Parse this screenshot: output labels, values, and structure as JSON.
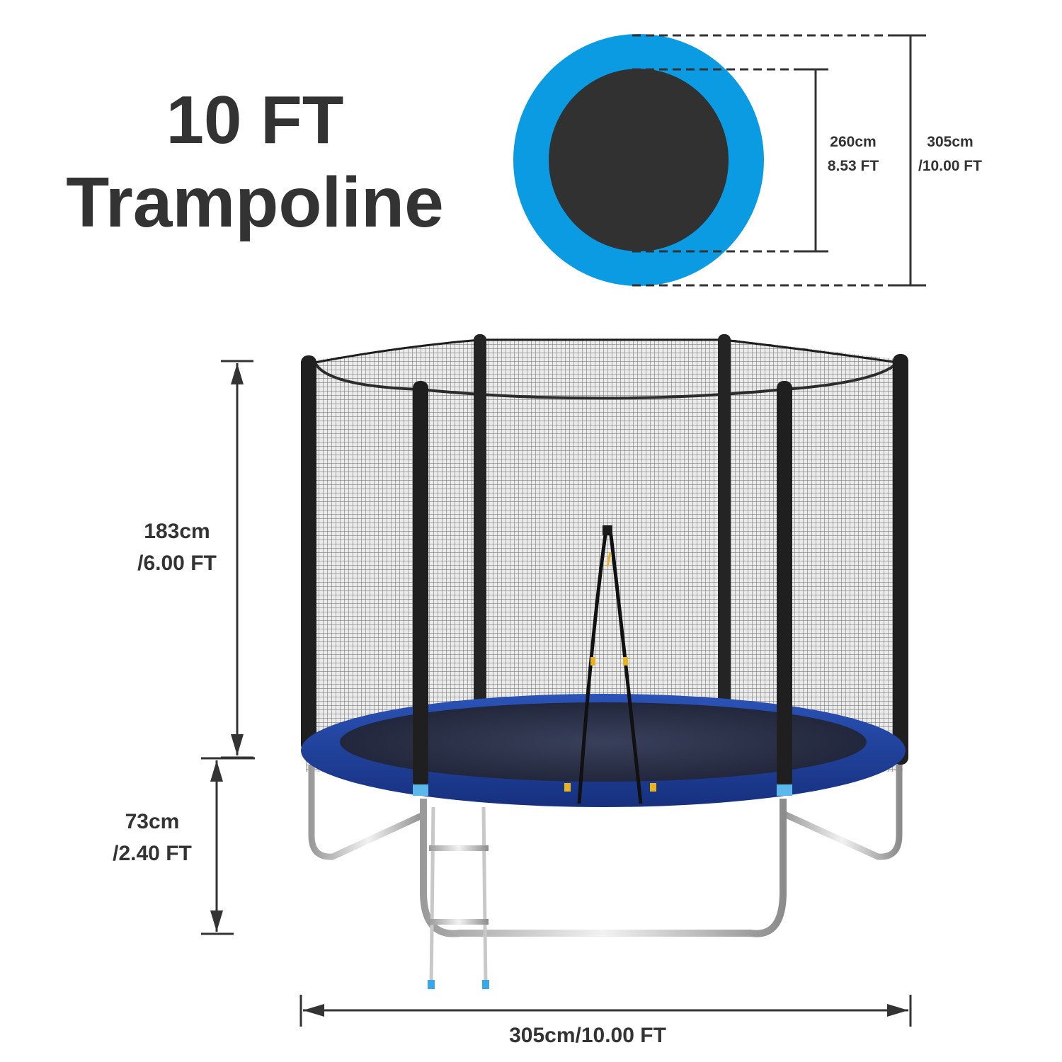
{
  "title": {
    "line1": "10 FT",
    "line2": "Trampoline"
  },
  "top_view": {
    "inner_label_cm": "260cm",
    "inner_label_ft": "8.53 FT",
    "outer_label_cm": "305cm",
    "outer_label_ft": "/10.00 FT",
    "pad_color": "#0a9be3",
    "mat_color": "#313131"
  },
  "side_view": {
    "net_height_cm": "183cm",
    "net_height_ft": "/6.00 FT",
    "frame_height_cm": "73cm",
    "frame_height_ft": "/2.40 FT",
    "width_label": "305cm/10.00 FT",
    "pad_color": "#1f3f99",
    "pole_color": "#222222",
    "accent_color": "#5ab8ea"
  },
  "colors": {
    "text": "#333333",
    "lines": "#333333"
  }
}
